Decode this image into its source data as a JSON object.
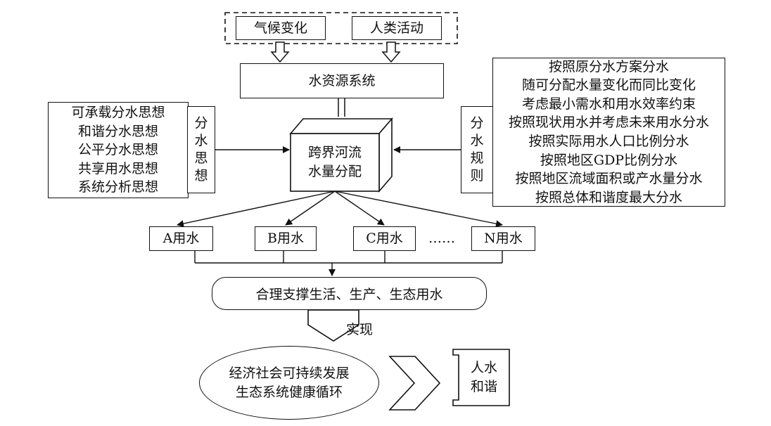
{
  "influences": {
    "climate": "气候变化",
    "human": "人类活动"
  },
  "water_system": "水资源系统",
  "central": {
    "line1": "跨界河流",
    "line2": "水量分配"
  },
  "ideas": {
    "items": [
      "可承载分水思想",
      "和谐分水思想",
      "公平分水思想",
      "共享用水思想",
      "系统分析思想"
    ],
    "title_chars": [
      "分",
      "水",
      "思",
      "想"
    ]
  },
  "rules": {
    "title_chars": [
      "分",
      "水",
      "规",
      "则"
    ],
    "items": [
      "按照原分水方案分水",
      "随可分配水量变化而同比变化",
      "考虑最小需水和用水效率约束",
      "按照现状用水并考虑未来用水分水",
      "按照实际用水人口比例分水",
      "按照地区GDP比例分水",
      "按照地区流域面积或产水量分水",
      "按照总体和谐度最大分水"
    ]
  },
  "users": {
    "a": "A用水",
    "b": "B用水",
    "c": "C用水",
    "ellipsis": "……",
    "n": "N用水"
  },
  "support": "合理支撑生活、生产、生态用水",
  "realize": "实现",
  "goals": {
    "line1": "经济社会可持续发展",
    "line2": "生态系统健康循环"
  },
  "harmony": {
    "line1": "人水",
    "line2": "和谐"
  }
}
